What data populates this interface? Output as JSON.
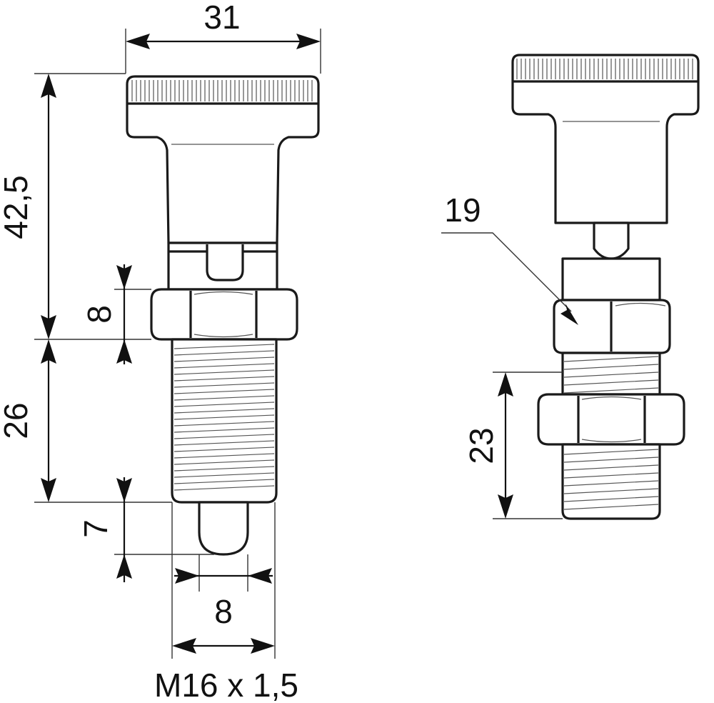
{
  "dimensions": {
    "knob_diameter": "31",
    "total_height": "42,5",
    "nut_height": "8",
    "thread_length": "26",
    "pin_length": "7",
    "pin_diameter": "8",
    "thread_spec": "M16 x 1,5",
    "wrench_size": "19",
    "thread_length_locked": "23"
  }
}
